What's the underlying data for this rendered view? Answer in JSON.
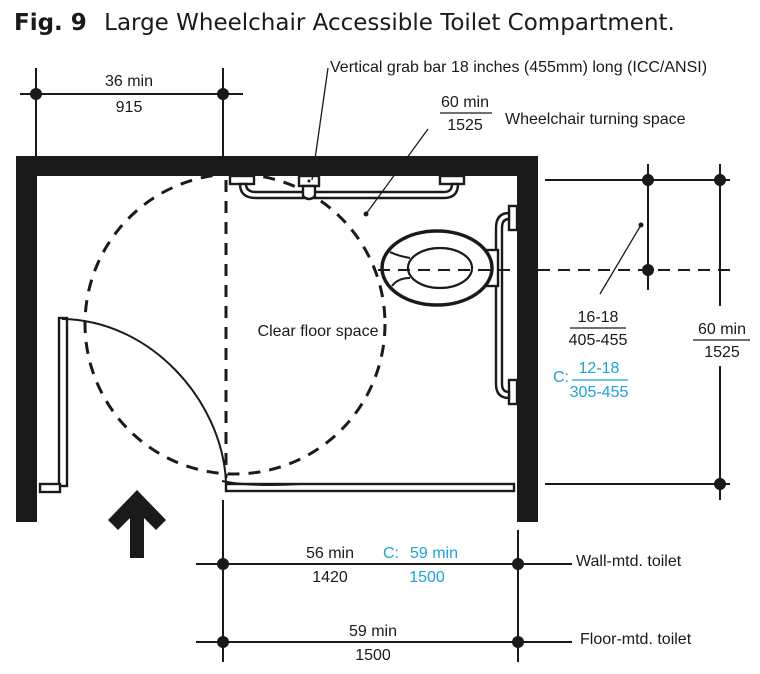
{
  "title": {
    "prefix": "Fig. 9",
    "text": "Large Wheelchair Accessible Toilet Compartment."
  },
  "labels": {
    "grab_bar": "Vertical grab bar 18 inches (455mm) long (ICC/ANSI)",
    "turning_space": "Wheelchair turning space",
    "clear_floor": "Clear floor space",
    "wall_mtd": "Wall-mtd. toilet",
    "floor_mtd": "Floor-mtd. toilet"
  },
  "dimensions": {
    "door_width": {
      "imperial": "36 min",
      "metric": "915"
    },
    "turning_circle": {
      "imperial": "60 min",
      "metric": "1525"
    },
    "toilet_centerline": {
      "imperial": "16-18",
      "metric": "405-455"
    },
    "toilet_centerline_c": {
      "prefix": "C:",
      "imperial": "12-18",
      "metric": "305-455"
    },
    "depth": {
      "imperial": "60 min",
      "metric": "1525"
    },
    "wall_mtd_width": {
      "imperial": "56 min",
      "metric": "1420"
    },
    "wall_mtd_width_c": {
      "prefix": "C:",
      "imperial": "59 min",
      "metric": "1500"
    },
    "floor_mtd_width": {
      "imperial": "59 min",
      "metric": "1500"
    }
  },
  "colors": {
    "ink": "#1a1a1a",
    "children_blue": "#1aa3dc"
  },
  "icons": {
    "entry_arrow": "arrow-up-icon"
  }
}
